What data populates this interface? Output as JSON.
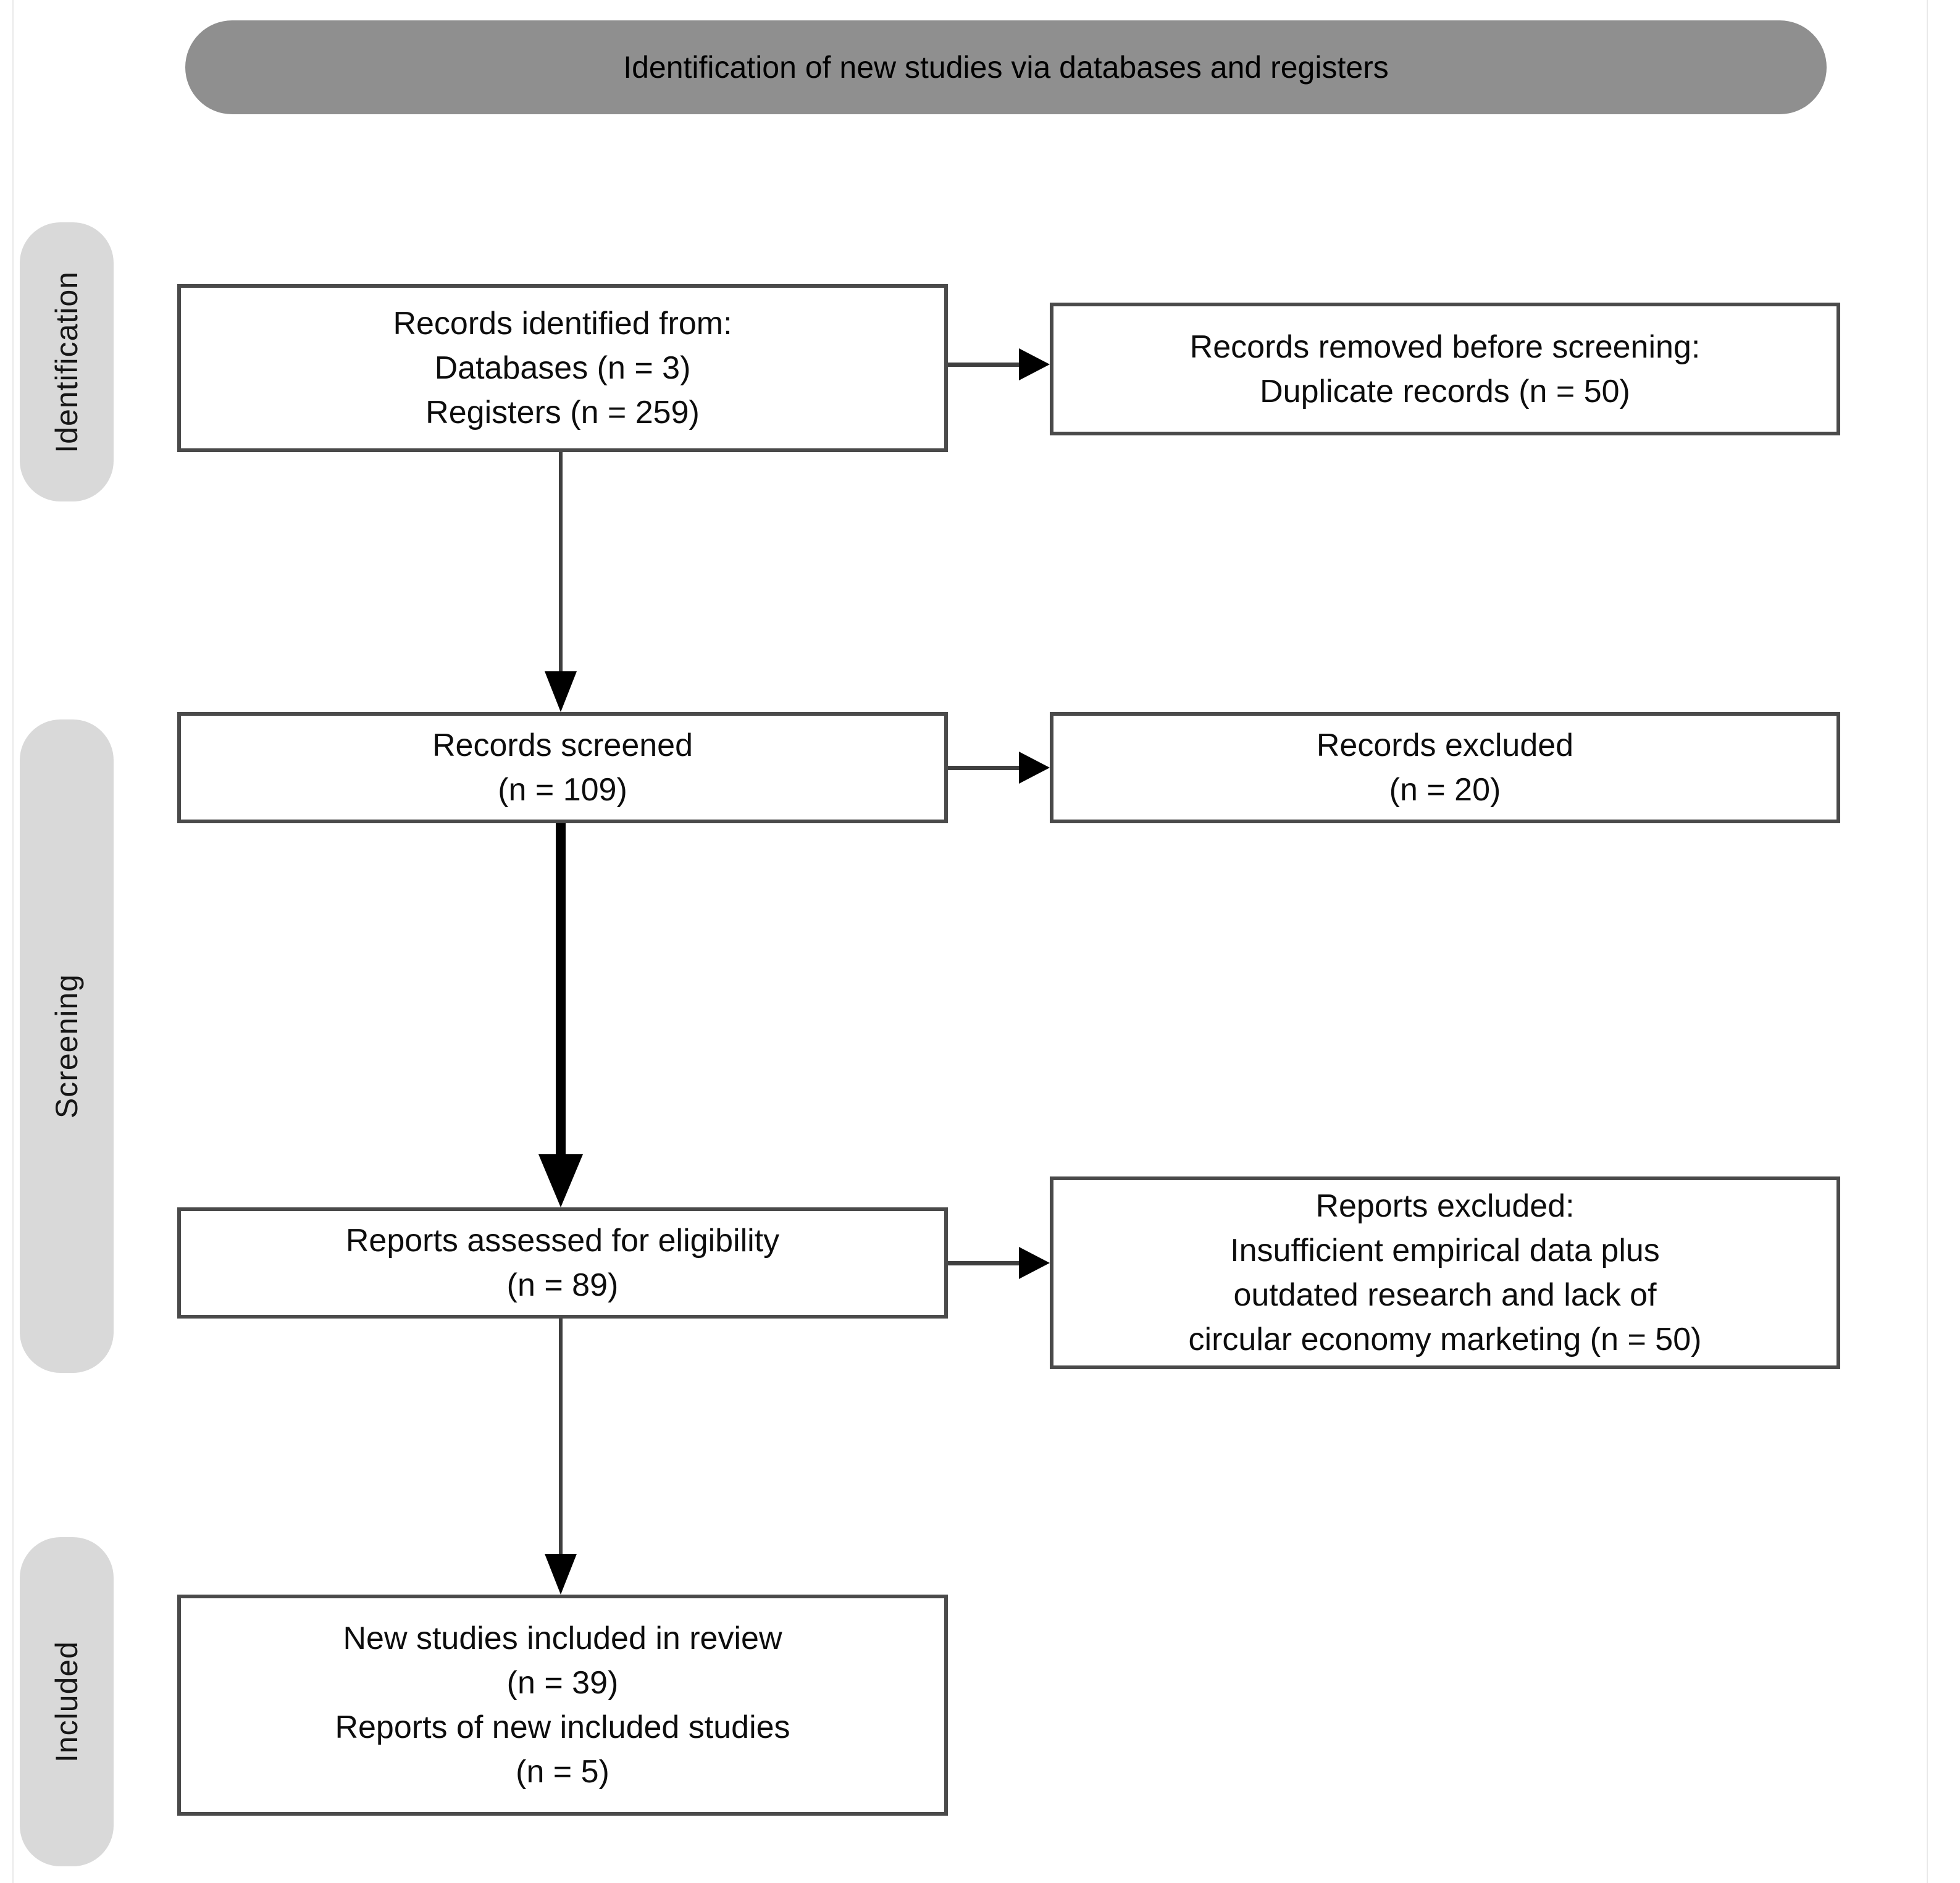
{
  "header": {
    "title": "Identification of new studies via databases and registers"
  },
  "stages": {
    "identification": {
      "label": "Identification"
    },
    "screening": {
      "label": "Screening"
    },
    "included": {
      "label": "Included"
    }
  },
  "boxes": {
    "records_identified": {
      "lines": [
        "Records identified from:",
        "Databases (n = 3)",
        "Registers (n = 259)"
      ]
    },
    "records_removed": {
      "lines": [
        "Records removed before screening:",
        "Duplicate records (n = 50)"
      ]
    },
    "records_screened": {
      "lines": [
        "Records screened",
        "(n = 109)"
      ]
    },
    "records_excluded": {
      "lines": [
        "Records excluded",
        "(n = 20)"
      ]
    },
    "reports_assessed": {
      "lines": [
        "Reports assessed for eligibility",
        "(n = 89)"
      ]
    },
    "reports_excluded": {
      "lines": [
        "Reports excluded:",
        "Insufficient empirical data plus",
        "outdated research and lack of",
        "circular economy marketing (n = 50)"
      ]
    },
    "new_studies_included": {
      "lines": [
        "New studies included in review",
        "(n = 39)",
        "Reports of new included studies",
        "(n = 5)"
      ]
    }
  },
  "colors": {
    "header_bg": "#8f8f8f",
    "stage_bg": "#d9d9d9",
    "box_border": "#4a4a4a",
    "arrow": "#3f3f3f",
    "arrow_bold": "#000000",
    "text": "#0d0d0d"
  }
}
